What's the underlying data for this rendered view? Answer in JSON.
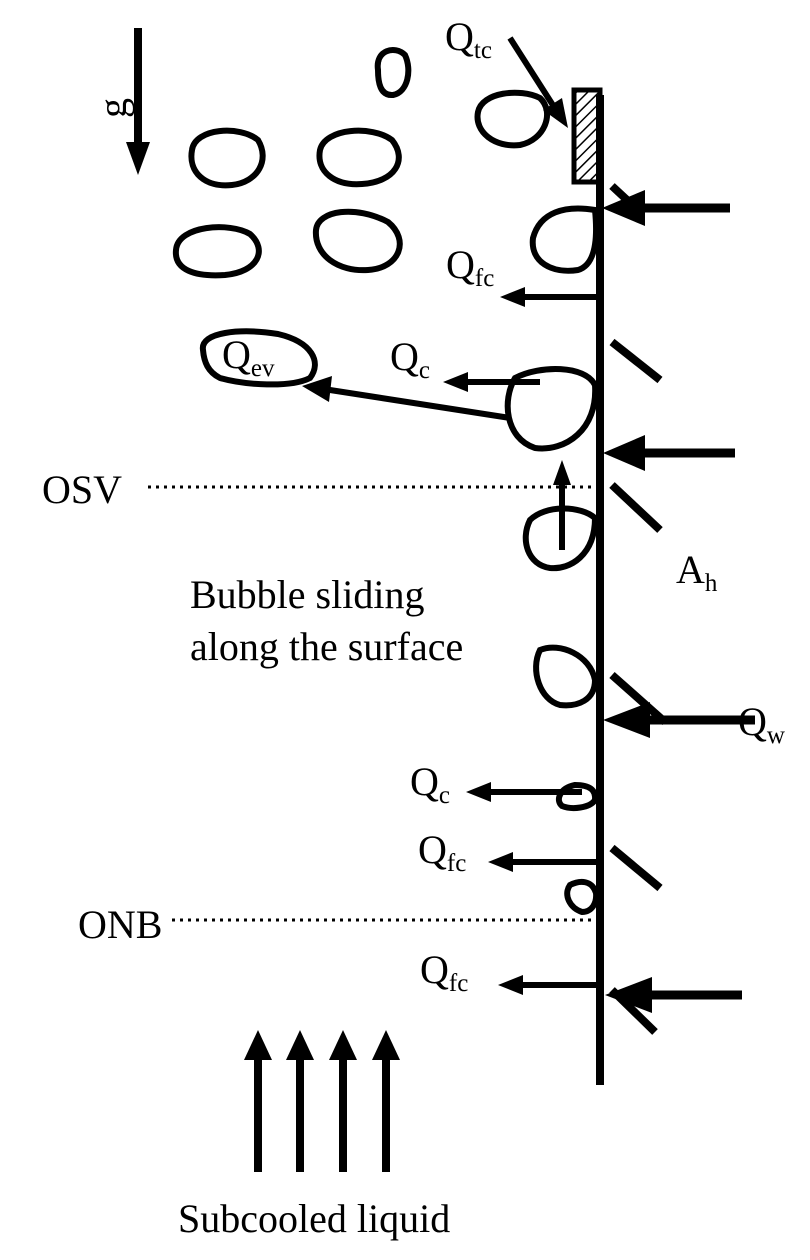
{
  "labels": {
    "gravity": "g",
    "q_tc": "Q",
    "q_tc_sub": "tc",
    "q_fc_top": "Q",
    "q_fc_top_sub": "fc",
    "q_ev": "Q",
    "q_ev_sub": "ev",
    "q_c_top": "Q",
    "q_c_top_sub": "c",
    "osv": "OSV",
    "a_h": "A",
    "a_h_sub": "h",
    "sliding_line1": "Bubble sliding",
    "sliding_line2": "along the surface",
    "q_w": "Q",
    "q_w_sub": "w",
    "q_c_bottom": "Q",
    "q_c_bottom_sub": "c",
    "q_fc_mid": "Q",
    "q_fc_mid_sub": "fc",
    "onb": "ONB",
    "q_fc_bottom": "Q",
    "q_fc_bottom_sub": "fc",
    "subcooled": "Subcooled liquid"
  },
  "colors": {
    "ink": "#000000",
    "background": "#ffffff"
  }
}
